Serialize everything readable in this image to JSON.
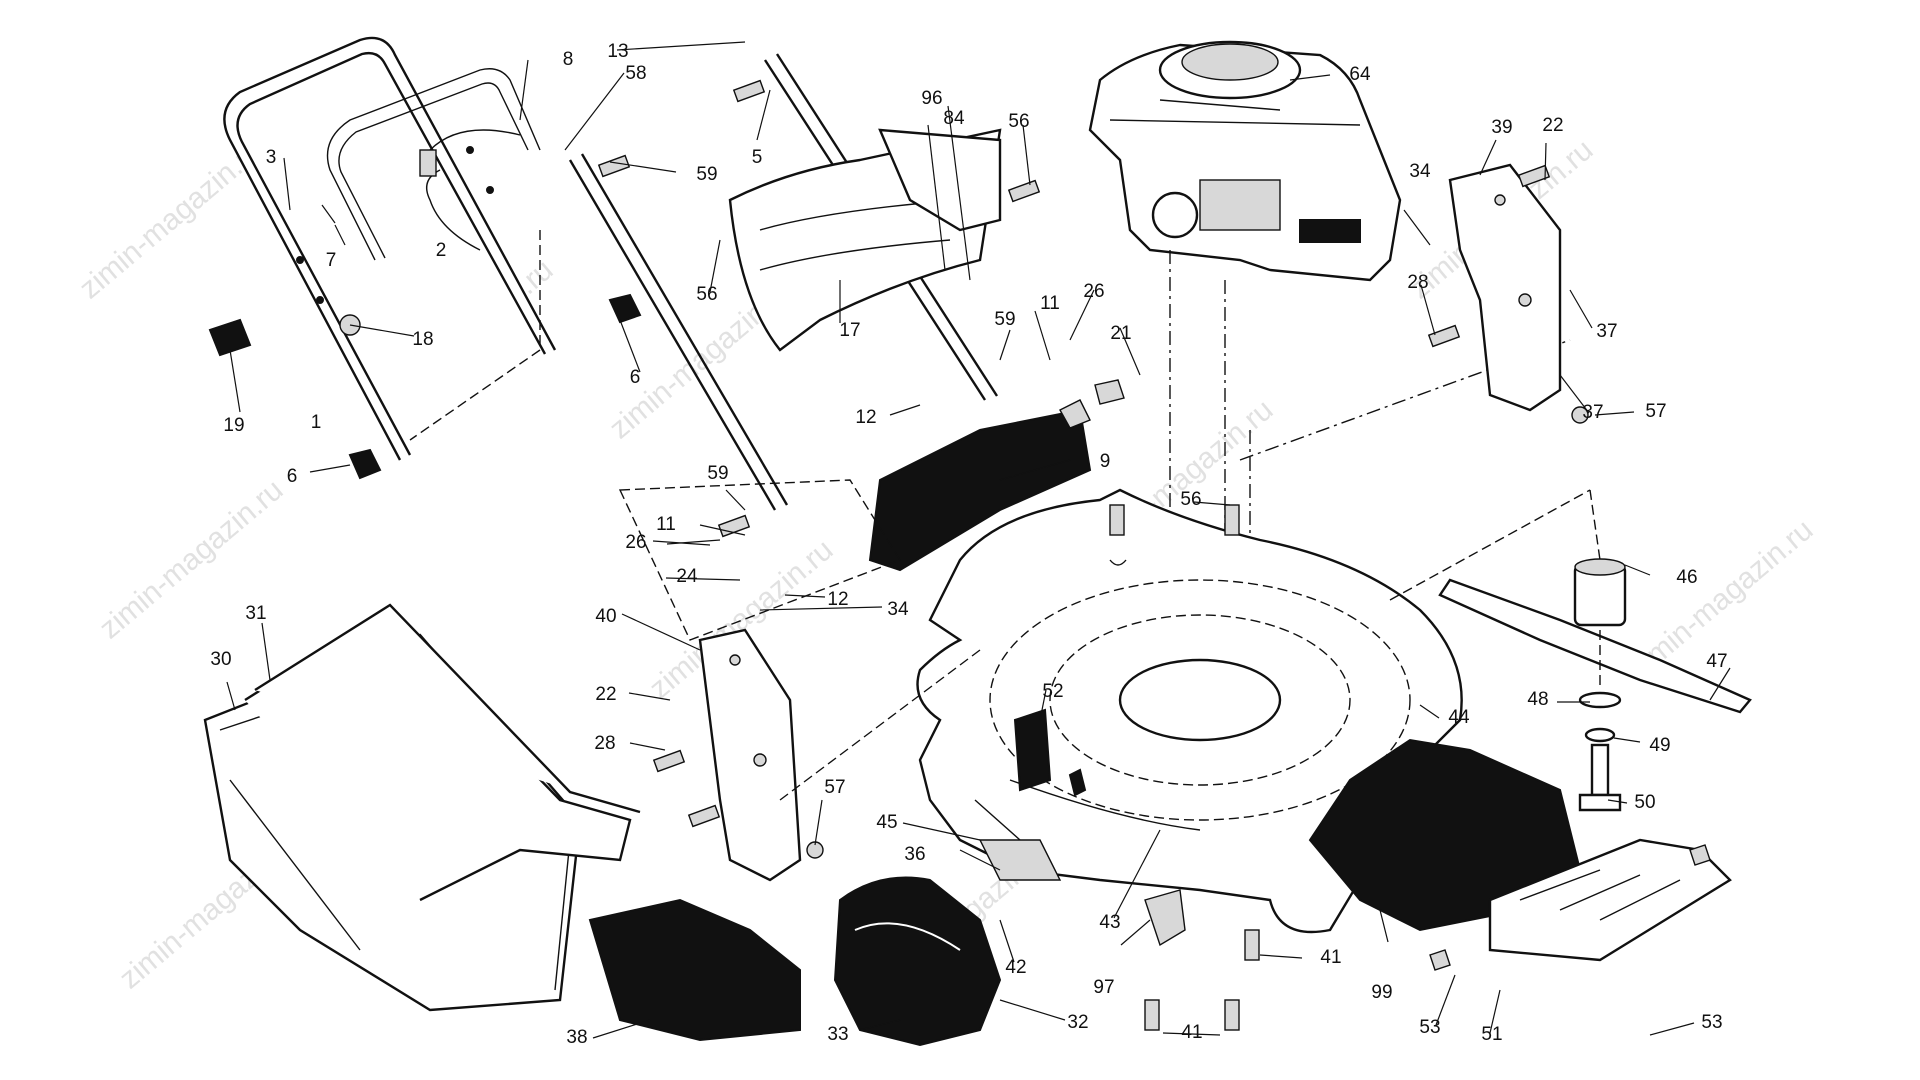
{
  "watermark": "zimin-magazin.ru",
  "callouts": [
    {
      "n": "1"
    },
    {
      "n": "2"
    },
    {
      "n": "3"
    },
    {
      "n": "5"
    },
    {
      "n": "6"
    },
    {
      "n": "6"
    },
    {
      "n": "7"
    },
    {
      "n": "8"
    },
    {
      "n": "9"
    },
    {
      "n": "11"
    },
    {
      "n": "11"
    },
    {
      "n": "12"
    },
    {
      "n": "12"
    },
    {
      "n": "13"
    },
    {
      "n": "17"
    },
    {
      "n": "18"
    },
    {
      "n": "19"
    },
    {
      "n": "21"
    },
    {
      "n": "22"
    },
    {
      "n": "22"
    },
    {
      "n": "24"
    },
    {
      "n": "26"
    },
    {
      "n": "26"
    },
    {
      "n": "28"
    },
    {
      "n": "28"
    },
    {
      "n": "30"
    },
    {
      "n": "31"
    },
    {
      "n": "32"
    },
    {
      "n": "33"
    },
    {
      "n": "34"
    },
    {
      "n": "34"
    },
    {
      "n": "36"
    },
    {
      "n": "37"
    },
    {
      "n": "37"
    },
    {
      "n": "38"
    },
    {
      "n": "39"
    },
    {
      "n": "40"
    },
    {
      "n": "41"
    },
    {
      "n": "41"
    },
    {
      "n": "42"
    },
    {
      "n": "43"
    },
    {
      "n": "44"
    },
    {
      "n": "45"
    },
    {
      "n": "46"
    },
    {
      "n": "47"
    },
    {
      "n": "48"
    },
    {
      "n": "49"
    },
    {
      "n": "50"
    },
    {
      "n": "51"
    },
    {
      "n": "52"
    },
    {
      "n": "53"
    },
    {
      "n": "53"
    },
    {
      "n": "56"
    },
    {
      "n": "56"
    },
    {
      "n": "56"
    },
    {
      "n": "57"
    },
    {
      "n": "57"
    },
    {
      "n": "58"
    },
    {
      "n": "59"
    },
    {
      "n": "59"
    },
    {
      "n": "59"
    },
    {
      "n": "64"
    },
    {
      "n": "84"
    },
    {
      "n": "96"
    },
    {
      "n": "97"
    },
    {
      "n": "99"
    }
  ]
}
